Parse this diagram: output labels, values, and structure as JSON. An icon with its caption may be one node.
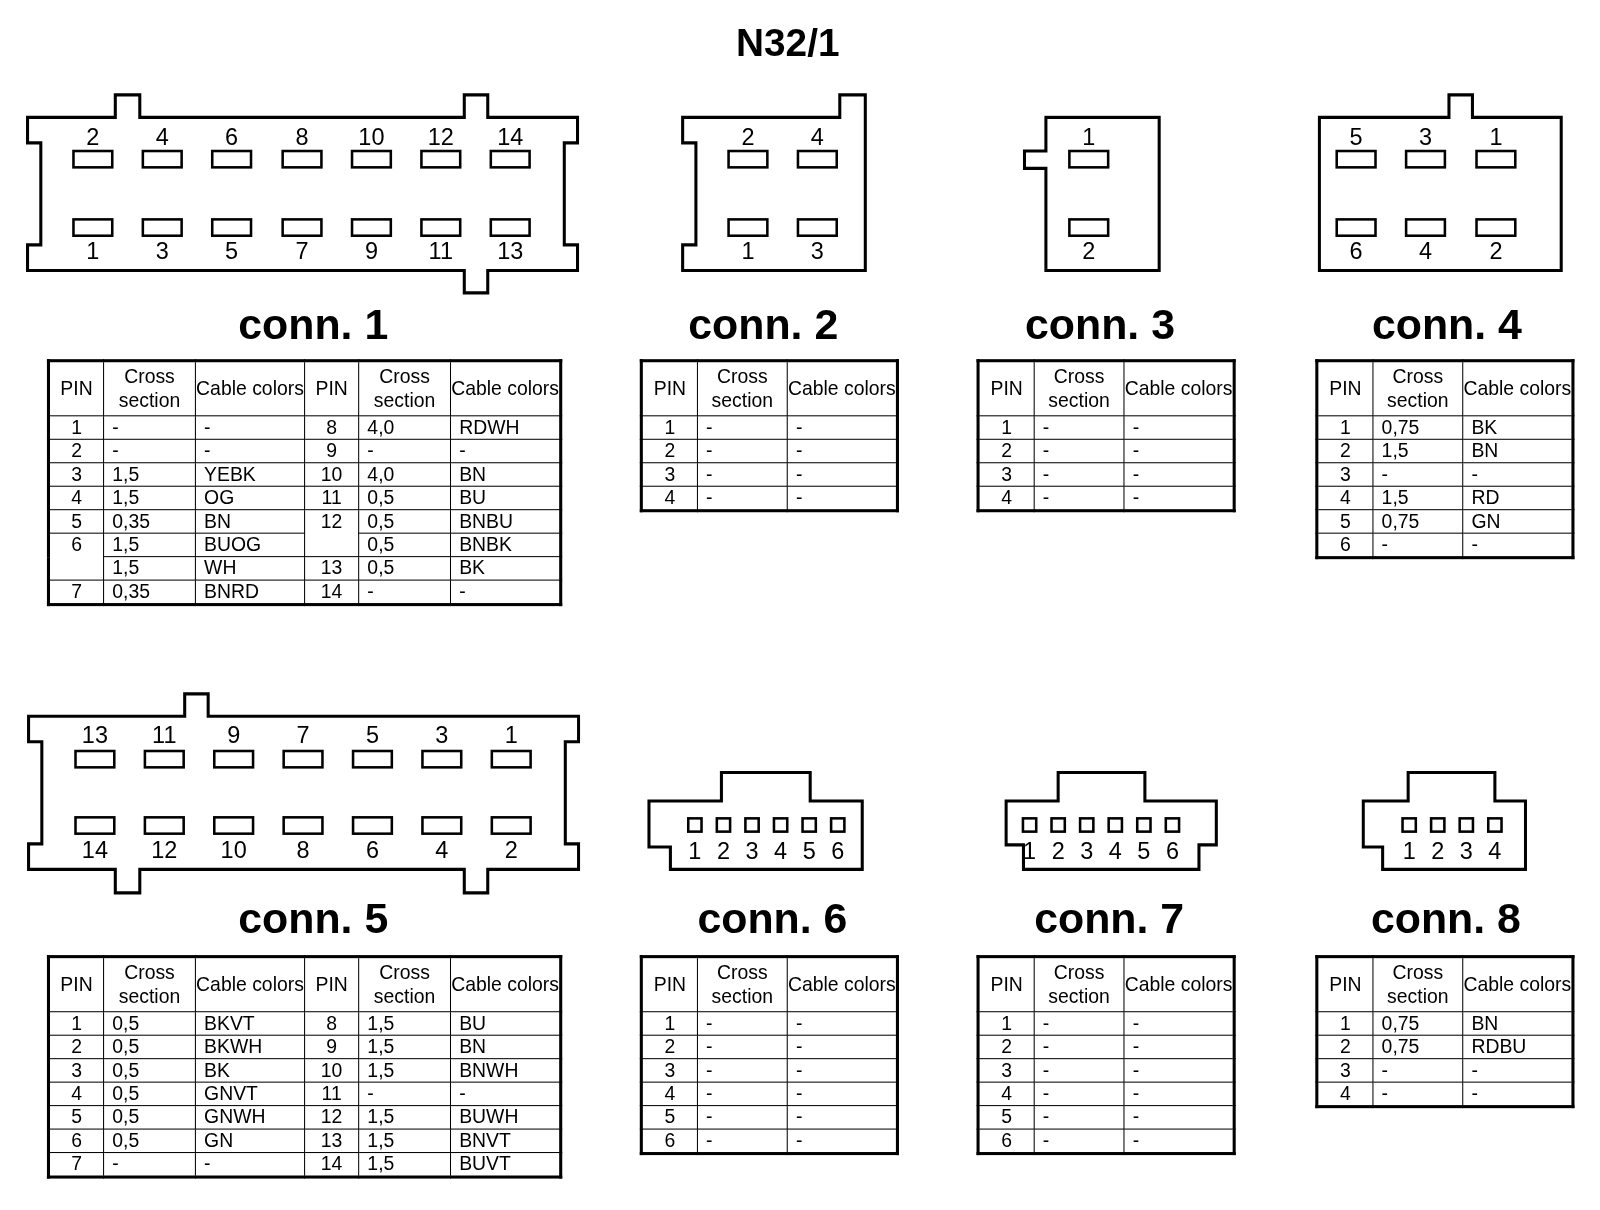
{
  "diagram": {
    "title": "N32/1",
    "nodes": [
      {
        "text": [
          "2",
          "4",
          "6",
          "8",
          "10",
          "12",
          "14",
          "1",
          "3",
          "5",
          "7",
          "9",
          "11",
          "13"
        ],
        "beside": [
          "conn. 1"
        ]
      },
      {
        "text": [
          "2",
          "4",
          "1",
          "3"
        ],
        "beside": [
          "conn. 2"
        ]
      },
      {
        "text": [
          "1",
          "2"
        ],
        "beside": [
          "conn. 3"
        ]
      },
      {
        "text": [
          "5",
          "3",
          "1",
          "6",
          "4",
          "2"
        ],
        "beside": [
          "conn. 4"
        ]
      },
      {
        "text": [
          "13",
          "11",
          "9",
          "7",
          "5",
          "3",
          "1",
          "14",
          "12",
          "10",
          "8",
          "6",
          "4",
          "2"
        ],
        "beside": [
          "conn. 5"
        ]
      },
      {
        "text": [
          "1",
          "2",
          "3",
          "4",
          "5",
          "6"
        ],
        "beside": [
          "conn. 6"
        ]
      },
      {
        "text": [
          "1",
          "2",
          "3",
          "4",
          "5",
          "6"
        ],
        "beside": [
          "conn. 7"
        ]
      },
      {
        "text": [
          "1",
          "2",
          "3",
          "4"
        ],
        "beside": [
          "conn. 8"
        ]
      }
    ],
    "labels": [
      "PIN",
      "Cross section",
      "Cable colors",
      "PIN",
      "Cross section",
      "Cable colors",
      "1",
      "-",
      "-",
      "8",
      "4,0",
      "RDWH",
      "2",
      "-",
      "-",
      "9",
      "-",
      "-",
      "3",
      "1,5",
      "YEBK",
      "10",
      "4,0",
      "BN",
      "4",
      "1,5",
      "OG",
      "11",
      "0,5",
      "BU",
      "5",
      "0,35",
      "BN",
      "12",
      "0,5",
      "BNBU",
      "6",
      "1,5",
      "BUOG",
      "0,5",
      "BNBK",
      "1,5",
      "WH",
      "13",
      "0,5",
      "BK",
      "7",
      "0,35",
      "BNRD",
      "14",
      "-",
      "-",
      "PIN",
      "Cross section",
      "Cable colors",
      "1",
      "-",
      "-",
      "2",
      "-",
      "-",
      "3",
      "-",
      "-",
      "4",
      "-",
      "-",
      "PIN",
      "Cross section",
      "Cable colors",
      "1",
      "-",
      "-",
      "2",
      "-",
      "-",
      "3",
      "-",
      "-",
      "4",
      "-",
      "-",
      "PIN",
      "Cross section",
      "Cable colors",
      "1",
      "0,75",
      "BK",
      "2",
      "1,5",
      "BN",
      "3",
      "-",
      "-",
      "4",
      "1,5",
      "RD",
      "5",
      "0,75",
      "GN",
      "6",
      "-",
      "-",
      "PIN",
      "Cross section",
      "Cable colors",
      "PIN",
      "Cross section",
      "Cable colors",
      "1",
      "0,5",
      "BKVT",
      "8",
      "1,5",
      "BU",
      "2",
      "0,5",
      "BKWH",
      "9",
      "1,5",
      "BN",
      "3",
      "0,5",
      "BK",
      "10",
      "1,5",
      "BNWH",
      "4",
      "0,5",
      "GNVT",
      "11",
      "-",
      "-",
      "5",
      "0,5",
      "GNWH",
      "12",
      "1,5",
      "BUWH",
      "6",
      "0,5",
      "GN",
      "13",
      "1,5",
      "BNVT",
      "7",
      "-",
      "-",
      "14",
      "1,5",
      "BUVT",
      "PIN",
      "Cross section",
      "Cable colors",
      "1",
      "-",
      "-",
      "2",
      "-",
      "-",
      "3",
      "-",
      "-",
      "4",
      "-",
      "-",
      "5",
      "-",
      "-",
      "6",
      "-",
      "-",
      "PIN",
      "Cross section",
      "Cable colors",
      "1",
      "-",
      "-",
      "2",
      "-",
      "-",
      "3",
      "-",
      "-",
      "4",
      "-",
      "-",
      "5",
      "-",
      "-",
      "6",
      "-",
      "-",
      "PIN",
      "Cross section",
      "Cable colors",
      "1",
      "0,75",
      "BN",
      "2",
      "0,75",
      "RDBU",
      "3",
      "-",
      "-",
      "4",
      "-",
      "-"
    ]
  }
}
